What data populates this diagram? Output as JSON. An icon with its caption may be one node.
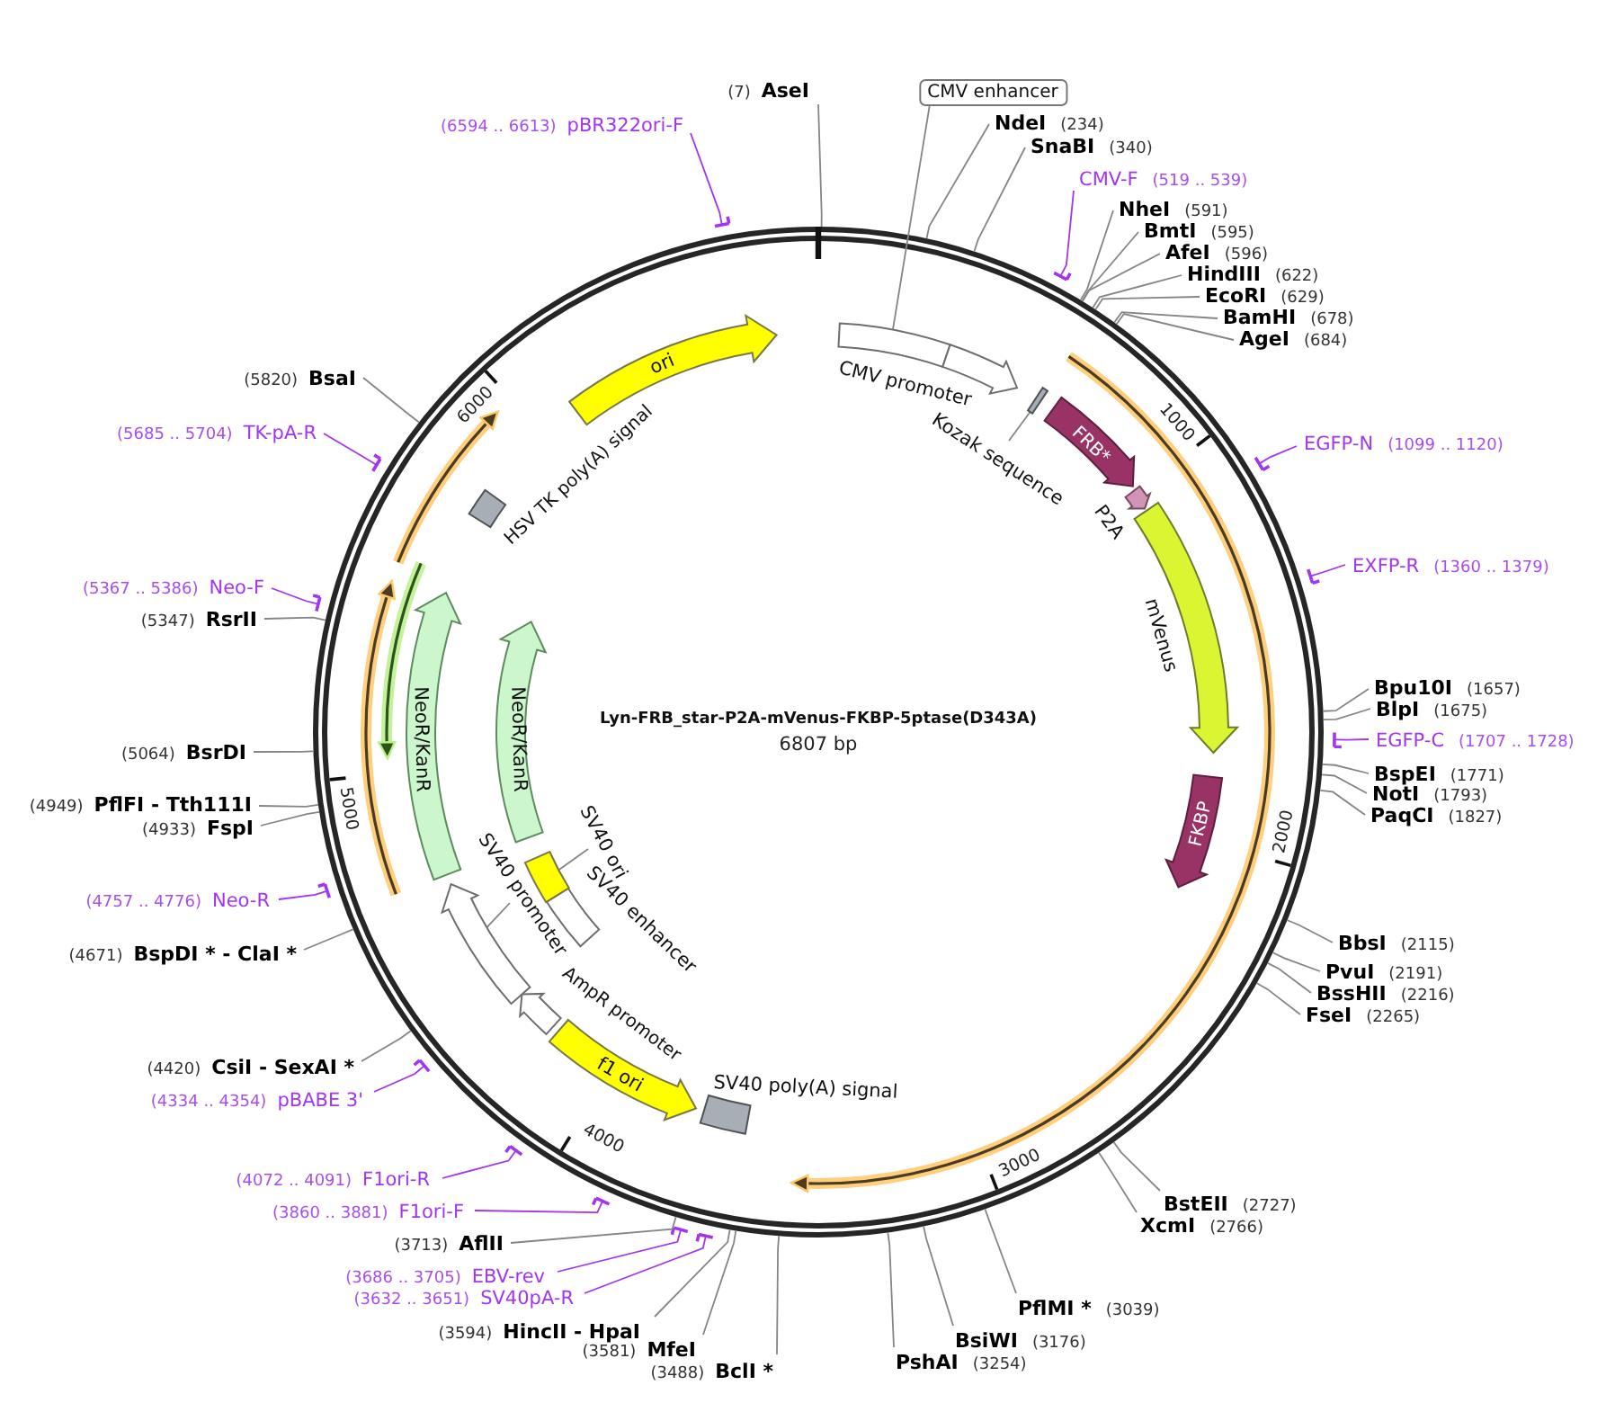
{
  "diagram": {
    "title": "Lyn-FRB_star-P2A-mVenus-FKBP-5ptase(D343A)",
    "nodes": [
      {
        "text": [
          "(7)",
          "AseI"
        ]
      },
      {
        "text": [
          "CMV enhancer"
        ]
      },
      {
        "text": [
          "NdeI",
          "(234)"
        ]
      },
      {
        "text": [
          "SnaBI",
          "(340)"
        ]
      },
      {
        "text": [
          "CMV-F",
          "(519 .. 539)"
        ]
      },
      {
        "text": [
          "NheI",
          "(591)"
        ]
      },
      {
        "text": [
          "BmtI",
          "(595)"
        ]
      },
      {
        "text": [
          "AfeI",
          "(596)"
        ]
      },
      {
        "text": [
          "HindIII",
          "(622)"
        ]
      },
      {
        "text": [
          "EcoRI",
          "(629)"
        ]
      },
      {
        "text": [
          "BamHI",
          "(678)"
        ]
      },
      {
        "text": [
          "AgeI",
          "(684)"
        ]
      },
      {
        "text": [
          "EGFP-N",
          "(1099 .. 1120)"
        ]
      },
      {
        "text": [
          "EXFP-R",
          "(1360 .. 1379)"
        ]
      },
      {
        "text": [
          "Bpu10I",
          "(1657)"
        ]
      },
      {
        "text": [
          "BlpI",
          "(1675)"
        ]
      },
      {
        "text": [
          "EGFP-C",
          "(1707 .. 1728)"
        ]
      },
      {
        "text": [
          "BspEI",
          "(1771)"
        ]
      },
      {
        "text": [
          "NotI",
          "(1793)"
        ]
      },
      {
        "text": [
          "PaqCI",
          "(1827)"
        ]
      },
      {
        "text": [
          "BbsI",
          "(2115)"
        ]
      },
      {
        "text": [
          "PvuI",
          "(2191)"
        ]
      },
      {
        "text": [
          "BssHII",
          "(2216)"
        ]
      },
      {
        "text": [
          "FseI",
          "(2265)"
        ]
      },
      {
        "text": [
          "BstEII",
          "(2727)"
        ]
      },
      {
        "text": [
          "XcmI",
          "(2766)"
        ]
      },
      {
        "text": [
          "PflMI *",
          "(3039)"
        ]
      },
      {
        "text": [
          "BsiWI",
          "(3176)"
        ]
      },
      {
        "text": [
          "PshAI",
          "(3254)"
        ]
      },
      {
        "text": [
          "(3488)",
          "BclI *"
        ]
      },
      {
        "text": [
          "(3581)",
          "MfeI"
        ]
      },
      {
        "text": [
          "(3594)",
          "HincII - HpaI"
        ]
      },
      {
        "text": [
          "(3632 .. 3651)",
          "SV40pA-R"
        ]
      },
      {
        "text": [
          "(3686 .. 3705)",
          "EBV-rev"
        ]
      },
      {
        "text": [
          "(3713)",
          "AflII"
        ]
      },
      {
        "text": [
          "(3860 .. 3881)",
          "F1ori-F"
        ]
      },
      {
        "text": [
          "(4072 .. 4091)",
          "F1ori-R"
        ]
      },
      {
        "text": [
          "(4334 .. 4354)",
          "pBABE 3'"
        ]
      },
      {
        "text": [
          "(4420)",
          "CsiI - SexAI *"
        ]
      },
      {
        "text": [
          "(4671)",
          "BspDI * - ClaI *"
        ]
      },
      {
        "text": [
          "(4757 .. 4776)",
          "Neo-R"
        ]
      },
      {
        "text": [
          "(4933)",
          "FspI"
        ]
      },
      {
        "text": [
          "(4949)",
          "PflFI - Tth111I"
        ]
      },
      {
        "text": [
          "(5064)",
          "BsrDI"
        ]
      },
      {
        "text": [
          "(5347)",
          "RsrII"
        ]
      },
      {
        "text": [
          "(5367 .. 5386)",
          "Neo-F"
        ]
      },
      {
        "text": [
          "(5685 .. 5704)",
          "TK-pA-R"
        ]
      },
      {
        "text": [
          "(5820)",
          "BsaI"
        ]
      },
      {
        "text": [
          "(6594 .. 6613)",
          "pBR322ori-F"
        ]
      },
      {
        "text": [],
        "shape": "box"
      },
      {
        "text": [
          "CMV promoter"
        ]
      },
      {
        "text": [
          "Kozak sequence"
        ]
      },
      {
        "text": [],
        "shape": "bar"
      },
      {
        "text": [
          "FRB*"
        ]
      },
      {
        "text": [
          "P2A"
        ]
      },
      {
        "text": [
          "mVenus"
        ]
      },
      {
        "text": [
          "FKBP"
        ]
      },
      {
        "text": [
          "SV40 poly(A) signal"
        ]
      },
      {
        "text": [
          "f1 ori"
        ]
      },
      {
        "text": [
          "AmpR promoter"
        ]
      },
      {
        "text": [
          "SV40 promoter"
        ]
      },
      {
        "text": [],
        "shape": "arrow"
      },
      {
        "text": [
          "SV40 enhancer"
        ]
      },
      {
        "text": [
          "SV40 ori"
        ]
      },
      {
        "text": [],
        "shape": "box"
      },
      {
        "text": [
          "NeoR/KanR"
        ]
      },
      {
        "text": [
          "NeoR/KanR"
        ]
      },
      {
        "text": [
          "HSV TK poly(A) signal"
        ]
      },
      {
        "text": [
          "ori"
        ]
      }
    ],
    "edges": [
      {
        "from": 0,
        "to": null,
        "arrow": "none"
      },
      {
        "from": 1,
        "to": 49,
        "arrow": "none"
      },
      {
        "from": 2,
        "to": null,
        "arrow": "none"
      },
      {
        "from": 3,
        "to": null,
        "arrow": "none"
      },
      {
        "from": 4,
        "to": null,
        "arrow": "other",
        "color": "#a335f0"
      },
      {
        "from": 5,
        "to": null,
        "arrow": "none"
      },
      {
        "from": 6,
        "to": null,
        "arrow": "none"
      },
      {
        "from": 7,
        "to": null,
        "arrow": "none"
      },
      {
        "from": 8,
        "to": null,
        "arrow": "none"
      },
      {
        "from": 9,
        "to": null,
        "arrow": "none"
      },
      {
        "from": 10,
        "to": null,
        "arrow": "none"
      },
      {
        "from": 11,
        "to": null,
        "arrow": "none"
      },
      {
        "from": 12,
        "to": null,
        "arrow": "other",
        "color": "#a335f0"
      },
      {
        "from": 13,
        "to": null,
        "arrow": "other",
        "color": "#a335f0"
      },
      {
        "from": 14,
        "to": null,
        "arrow": "none"
      },
      {
        "from": 15,
        "to": null,
        "arrow": "none"
      },
      {
        "from": 16,
        "to": null,
        "arrow": "other",
        "color": "#a335f0"
      },
      {
        "from": 17,
        "to": null,
        "arrow": "none"
      },
      {
        "from": 18,
        "to": null,
        "arrow": "none"
      },
      {
        "from": 19,
        "to": null,
        "arrow": "none"
      },
      {
        "from": 20,
        "to": null,
        "arrow": "none"
      },
      {
        "from": 21,
        "to": null,
        "arrow": "none"
      },
      {
        "from": 22,
        "to": null,
        "arrow": "none"
      },
      {
        "from": 23,
        "to": null,
        "arrow": "none"
      },
      {
        "from": 24,
        "to": null,
        "arrow": "none"
      },
      {
        "from": 25,
        "to": null,
        "arrow": "none"
      },
      {
        "from": 26,
        "to": null,
        "arrow": "none"
      },
      {
        "from": 27,
        "to": null,
        "arrow": "none"
      },
      {
        "from": 28,
        "to": null,
        "arrow": "none"
      },
      {
        "from": 29,
        "to": null,
        "arrow": "none"
      },
      {
        "from": 30,
        "to": null,
        "arrow": "none"
      },
      {
        "from": 31,
        "to": null,
        "arrow": "none"
      },
      {
        "from": 32,
        "to": null,
        "arrow": "other",
        "color": "#a335f0"
      },
      {
        "from": 33,
        "to": null,
        "arrow": "other",
        "color": "#a335f0"
      },
      {
        "from": 34,
        "to": null,
        "arrow": "none"
      },
      {
        "from": 35,
        "to": null,
        "arrow": "other",
        "color": "#a335f0"
      },
      {
        "from": 36,
        "to": null,
        "arrow": "other",
        "color": "#a335f0"
      },
      {
        "from": 37,
        "to": null,
        "arrow": "other",
        "color": "#a335f0"
      },
      {
        "from": 38,
        "to": null,
        "arrow": "none"
      },
      {
        "from": 39,
        "to": null,
        "arrow": "none"
      },
      {
        "from": 40,
        "to": null,
        "arrow": "other",
        "color": "#a335f0"
      },
      {
        "from": 41,
        "to": null,
        "arrow": "none"
      },
      {
        "from": 42,
        "to": null,
        "arrow": "none"
      },
      {
        "from": 43,
        "to": null,
        "arrow": "none"
      },
      {
        "from": 44,
        "to": null,
        "arrow": "none"
      },
      {
        "from": 45,
        "to": null,
        "arrow": "other",
        "color": "#a335f0"
      },
      {
        "from": 46,
        "to": null,
        "arrow": "other",
        "color": "#a335f0"
      },
      {
        "from": 47,
        "to": null,
        "arrow": "none"
      },
      {
        "from": 48,
        "to": null,
        "arrow": "other",
        "color": "#a335f0"
      },
      {
        "from": 51,
        "to": 52,
        "arrow": "none"
      },
      {
        "from": 60,
        "to": 61,
        "arrow": "none"
      },
      {
        "from": 63,
        "to": 64,
        "arrow": "none"
      }
    ],
    "labels": [
      "6807 bp",
      "1000",
      "2000",
      "3000",
      "4000",
      "5000",
      "6000"
    ]
  }
}
